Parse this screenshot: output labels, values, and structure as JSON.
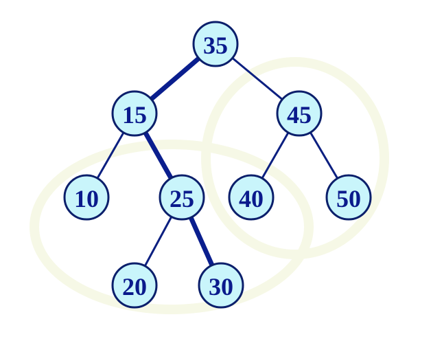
{
  "diagram": {
    "type": "binary-search-tree",
    "highlight_color": "#0a1e8e",
    "node_fill": "#c9f5fb",
    "node_text_color": "#0a1a8c",
    "nodes": [
      {
        "id": "n35",
        "label": "35"
      },
      {
        "id": "n15",
        "label": "15"
      },
      {
        "id": "n45",
        "label": "45"
      },
      {
        "id": "n10",
        "label": "10"
      },
      {
        "id": "n25",
        "label": "25"
      },
      {
        "id": "n40",
        "label": "40"
      },
      {
        "id": "n50",
        "label": "50"
      },
      {
        "id": "n20",
        "label": "20"
      },
      {
        "id": "n30",
        "label": "30"
      }
    ],
    "edges": [
      {
        "from": "n35",
        "to": "n15",
        "highlighted": true
      },
      {
        "from": "n35",
        "to": "n45",
        "highlighted": false
      },
      {
        "from": "n15",
        "to": "n10",
        "highlighted": false
      },
      {
        "from": "n15",
        "to": "n25",
        "highlighted": true
      },
      {
        "from": "n45",
        "to": "n40",
        "highlighted": false
      },
      {
        "from": "n45",
        "to": "n50",
        "highlighted": false
      },
      {
        "from": "n25",
        "to": "n20",
        "highlighted": false
      },
      {
        "from": "n25",
        "to": "n30",
        "highlighted": true
      }
    ]
  }
}
